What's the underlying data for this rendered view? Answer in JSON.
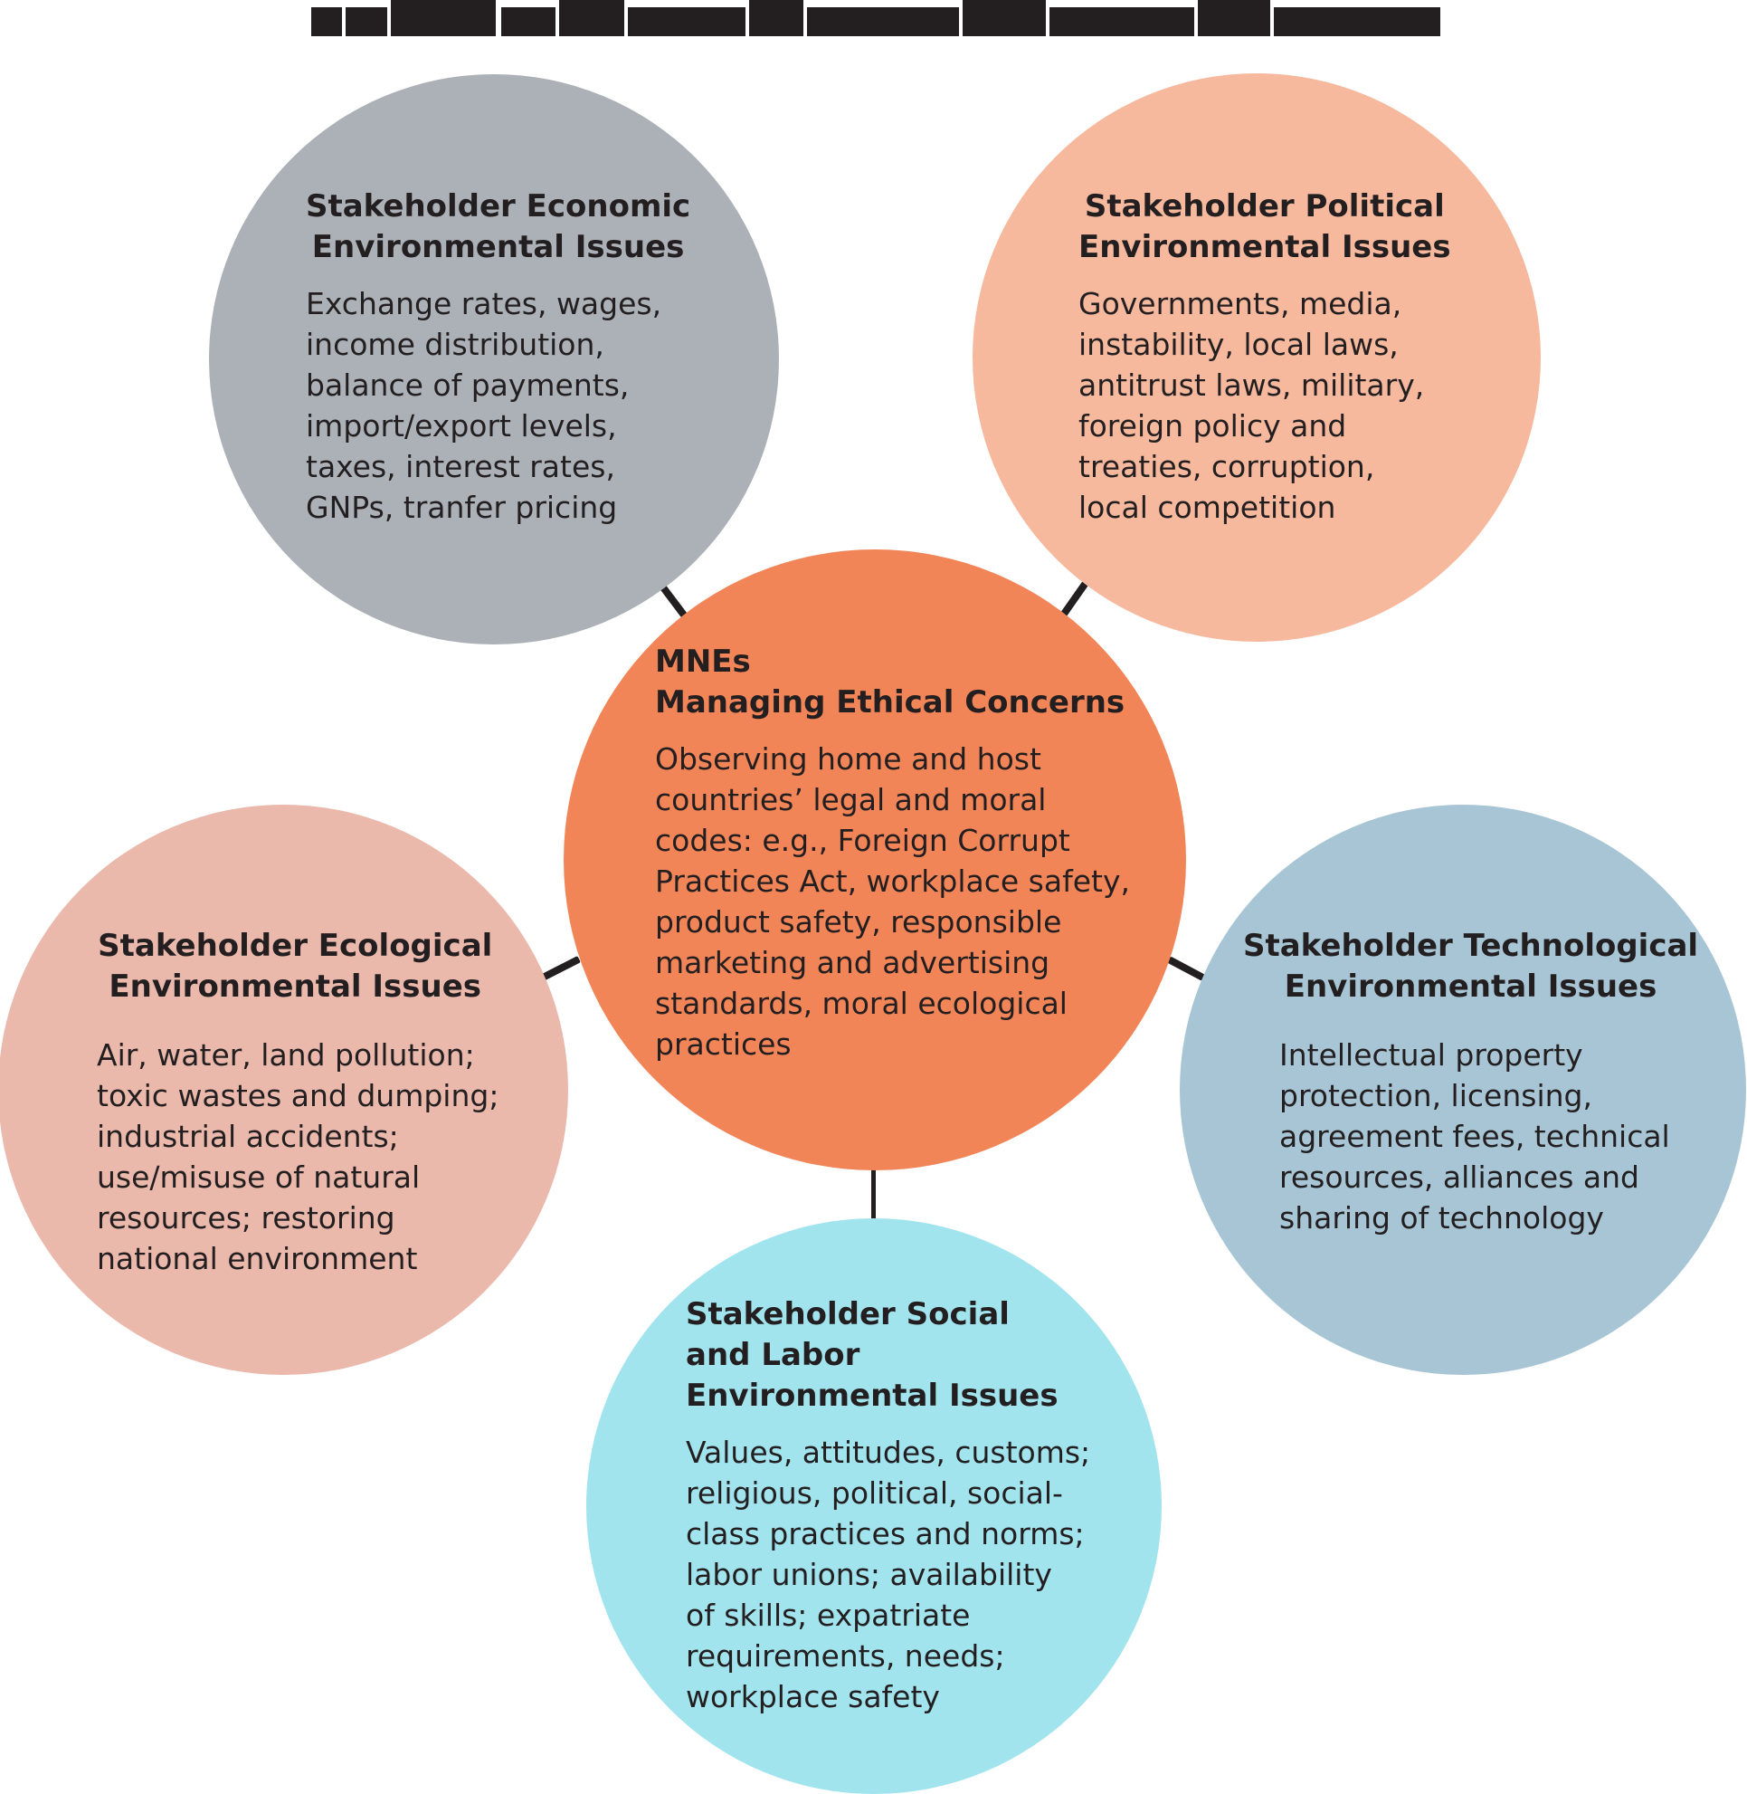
{
  "diagram": {
    "title_clipped": "",
    "center": {
      "heading_line1": "MNEs",
      "heading_line2": "Managing Ethical Concerns",
      "body": "Observing home and host\ncountries’ legal and moral\ncodes: e.g., Foreign Corrupt\nPractices Act, workplace safety,\nproduct safety, responsible\nmarketing and advertising\nstandards, moral ecological\npractices",
      "color": "#F28558"
    },
    "nodes": {
      "economic": {
        "heading": "Stakeholder Economic\nEnvironmental Issues",
        "body": "Exchange rates, wages,\nincome distribution,\nbalance of payments,\nimport/export levels,\ntaxes, interest rates,\nGNPs, tranfer pricing",
        "color": "#ACB1B7"
      },
      "political": {
        "heading": "Stakeholder Political\nEnvironmental Issues",
        "body": "Governments, media,\ninstability, local laws,\nantitrust laws, military,\nforeign policy and\ntreaties, corruption,\nlocal competition",
        "color": "#F7B99E"
      },
      "ecological": {
        "heading": "Stakeholder Ecological\nEnvironmental Issues",
        "body": "Air, water, land pollution;\ntoxic wastes and dumping;\nindustrial accidents;\nuse/misuse of natural\nresources; restoring\nnational environment",
        "color": "#EBB8AC"
      },
      "technological": {
        "heading": "Stakeholder Technological\nEnvironmental Issues",
        "body": "Intellectual property\nprotection, licensing,\nagreement fees, technical\nresources, alliances and\nsharing of technology",
        "color": "#A7C5D5"
      },
      "social": {
        "heading": "Stakeholder Social\nand Labor\nEnvironmental Issues",
        "body": "Values, attitudes, customs;\nreligious, political, social-\nclass practices and norms;\nlabor unions; availability\nof skills; expatriate\nrequirements, needs;\nworkplace safety",
        "color": "#A1E4EE"
      }
    },
    "connector_color": "#231F20",
    "text_color": "#231F20"
  }
}
